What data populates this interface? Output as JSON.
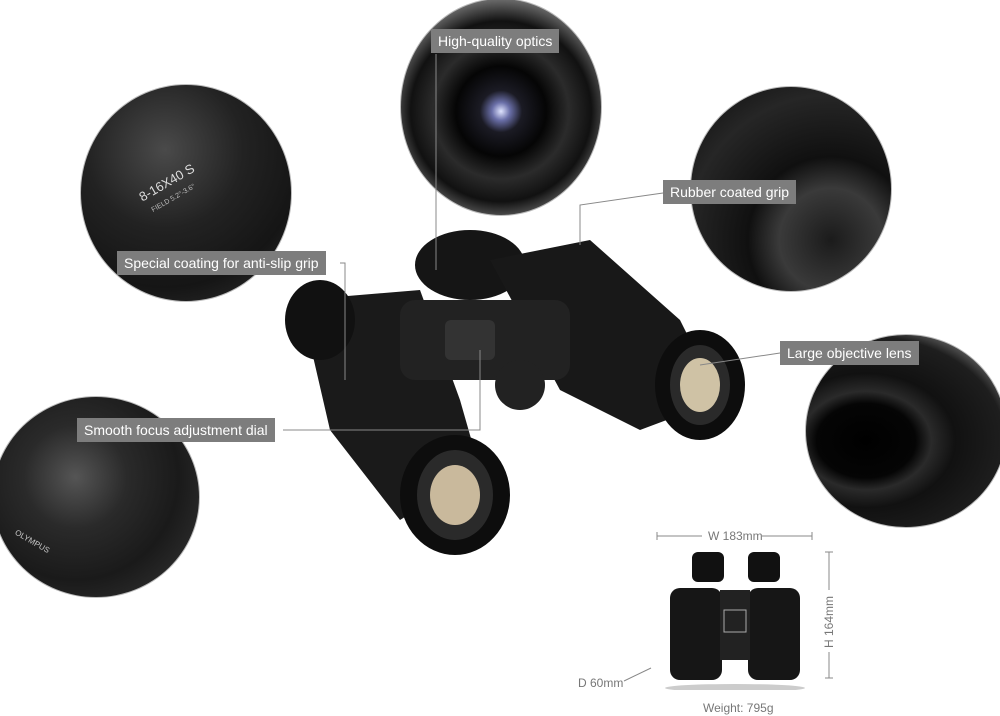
{
  "callouts": {
    "optics": "High-quality optics",
    "rubber_grip": "Rubber coated grip",
    "anti_slip": "Special coating for anti-slip grip",
    "objective_lens": "Large objective lens",
    "focus_dial": "Smooth focus adjustment dial"
  },
  "product": {
    "brand": "OLYMPUS",
    "model": "8-16X40 S",
    "field": "FIELD 5.2°-3.6°"
  },
  "dimensions": {
    "width": "W 183mm",
    "height": "H 164mm",
    "depth": "D 60mm",
    "weight": "Weight: 795g"
  },
  "colors": {
    "label_bg": "#7d7d7d",
    "label_text": "#ffffff",
    "body": "#151515"
  }
}
